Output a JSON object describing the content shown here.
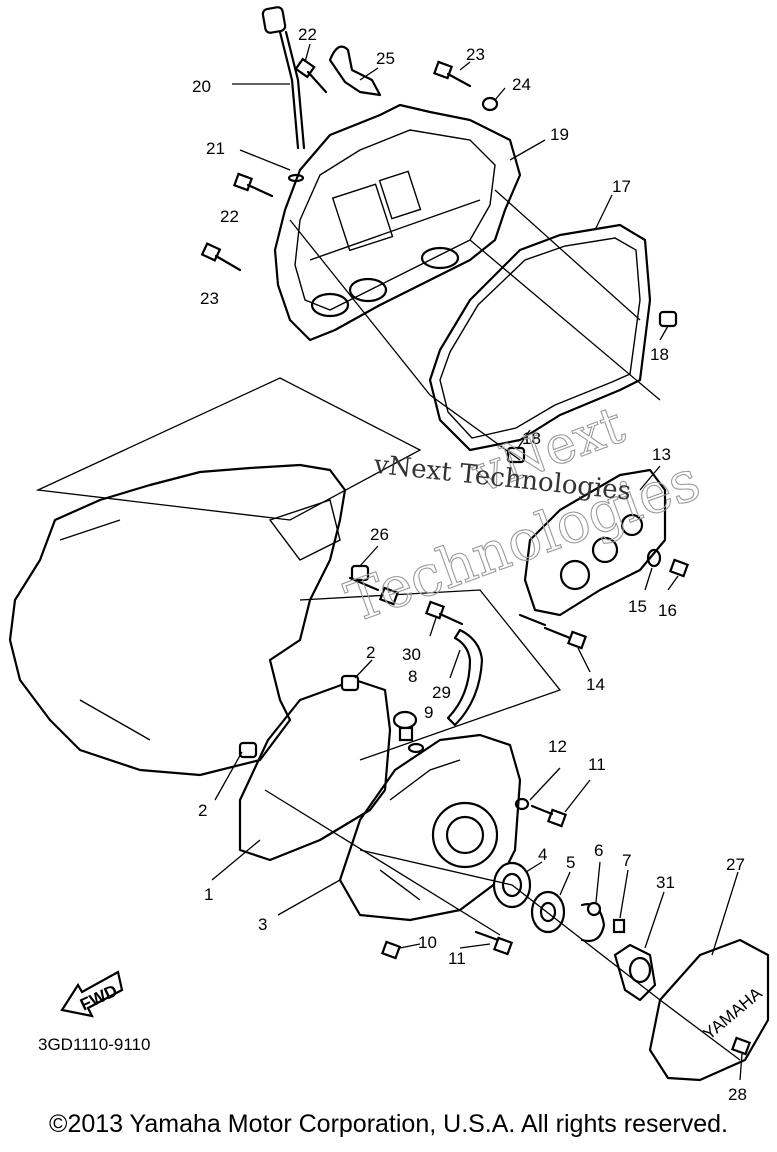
{
  "callouts": {
    "p1": "1",
    "p2a": "2",
    "p2b": "2",
    "p3": "3",
    "p4": "4",
    "p5": "5",
    "p6": "6",
    "p7": "7",
    "p8": "8",
    "p9": "9",
    "p10": "10",
    "p11a": "11",
    "p11b": "11",
    "p12": "12",
    "p13": "13",
    "p14": "14",
    "p15": "15",
    "p16": "16",
    "p17": "17",
    "p18a": "18",
    "p18b": "18",
    "p19": "19",
    "p20": "20",
    "p21": "21",
    "p22a": "22",
    "p22b": "22",
    "p23a": "23",
    "p23b": "23",
    "p24": "24",
    "p25": "25",
    "p26": "26",
    "p27": "27",
    "p28": "28",
    "p29": "29",
    "p30": "30",
    "p31": "31"
  },
  "fwd_label": "FWD",
  "diagram_code": "3GD1110-9110",
  "cover_brand": "YAMAHA",
  "watermark": {
    "line1": "vNext",
    "line2": "Technologies",
    "line3": "vNext Technologies"
  },
  "copyright": "©2013 Yamaha Motor Corporation, U.S.A. All rights reserved."
}
